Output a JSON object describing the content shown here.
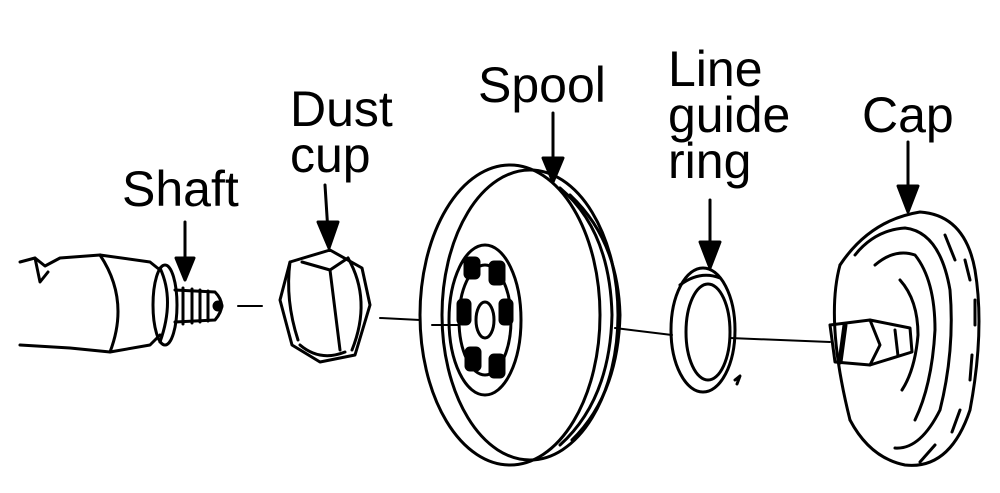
{
  "labels": {
    "shaft": "Shaft",
    "dust_cup": [
      "Dust",
      "cup"
    ],
    "spool": "Spool",
    "line_guide_ring": [
      "Line",
      "guide",
      "ring"
    ],
    "cap": "Cap"
  },
  "colors": {
    "ink": "#000000",
    "paper": "#ffffff"
  }
}
